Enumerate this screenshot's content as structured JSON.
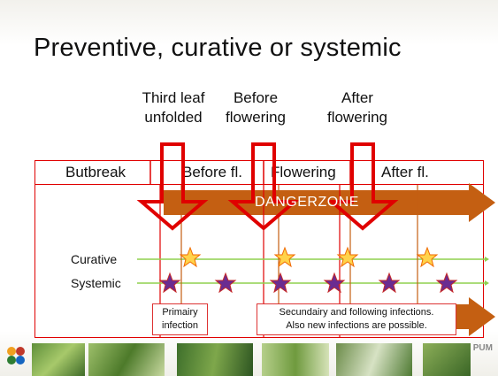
{
  "slide": {
    "title": "Preventive, curative or systemic"
  },
  "stages": [
    {
      "line1": "Third leaf",
      "line2": "unfolded"
    },
    {
      "line1": "Before",
      "line2": "flowering"
    },
    {
      "line1": "After",
      "line2": "flowering"
    }
  ],
  "phases": [
    "Butbreak",
    "Before fl.",
    "Flowering",
    "After fl."
  ],
  "dangerzone": {
    "label": "DANGERZONE",
    "color": "#c45f12"
  },
  "rows": {
    "curative": "Curative",
    "systemic": "Systemic"
  },
  "notes": {
    "primary_line1": "Primairy",
    "primary_line2": "infection",
    "secondary_line1": "Secundairy and following infections.",
    "secondary_line2": "Also new infections are possible."
  },
  "logo": {
    "text": "PUM"
  },
  "colors": {
    "frame": "#e00000",
    "arrow_outline": "#e00000",
    "timeline": "#8fd14f",
    "curative_star": "#ffd34a",
    "systemic_star": "#6a2c91",
    "accent": "#c45f12"
  },
  "icons": {
    "curative_marker": "star-icon",
    "systemic_marker": "star-icon",
    "stage_marker": "down-arrow-icon"
  }
}
